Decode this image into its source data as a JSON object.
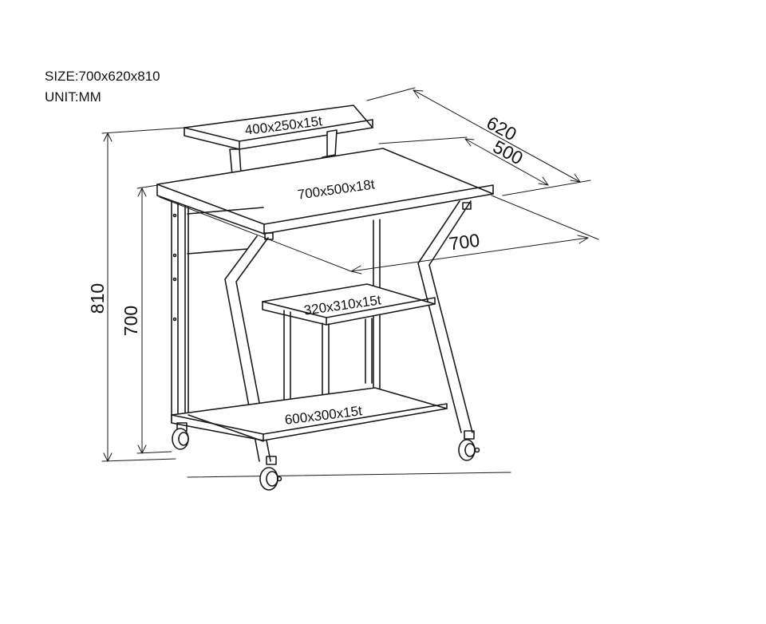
{
  "spec": {
    "size": "SIZE:700x620x810",
    "unit": "UNIT:MM"
  },
  "panels": {
    "monitor_shelf": "400x250x15t",
    "desktop": "700x500x18t",
    "middle_shelf": "320x310x15t",
    "bottom_shelf": "600x300x15t"
  },
  "dimensions": {
    "depth_overall": "620",
    "depth_top": "500",
    "width": "700",
    "height_overall": "810",
    "height_top": "700"
  }
}
